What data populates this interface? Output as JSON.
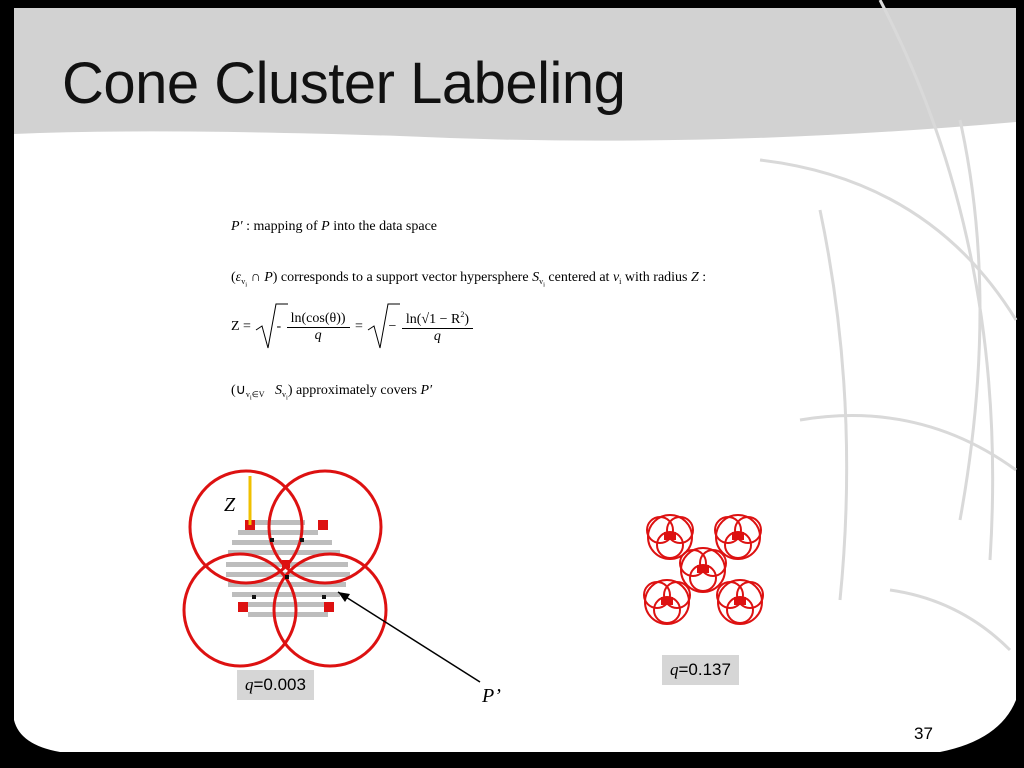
{
  "title": "Cone Cluster Labeling",
  "page_number": "37",
  "math": {
    "line1_text": ": mapping of",
    "line1_text2": "into the data space",
    "line2_text": ") corresponds to a support vector hypersphere",
    "line2_text2": "centered at",
    "line2_text3": "with radius",
    "line3_lhs": "Z =",
    "line3_num1": "ln(cos(θ))",
    "line3_num2": "ln(√1 − R",
    "line3_den": "q",
    "line4_text": ") approximately covers"
  },
  "figure_left": {
    "caption_var": "q",
    "caption_value": "=0.003",
    "radius_label": "Z"
  },
  "figure_right": {
    "caption_var": "q",
    "caption_value": "=0.137"
  },
  "annotation": "P’",
  "colors": {
    "circle": "#dd1111",
    "radius_line": "#f0c000",
    "caption_bg": "#d6d6d6"
  }
}
